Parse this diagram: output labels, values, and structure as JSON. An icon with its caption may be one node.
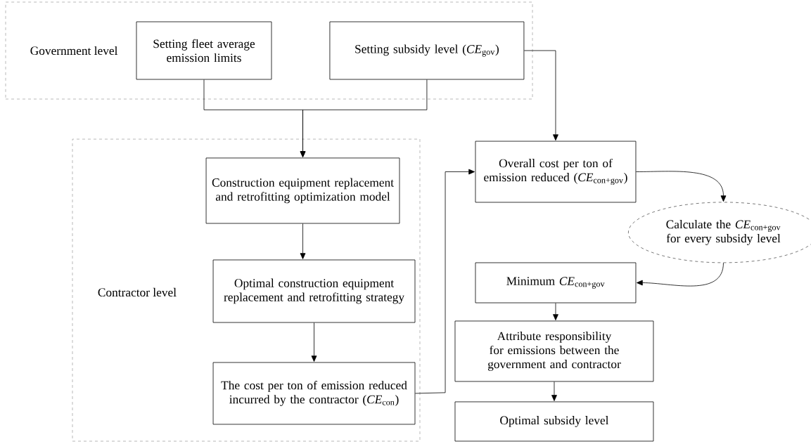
{
  "diagram": {
    "nodes": [
      {
        "text": [
          "Government level"
        ]
      },
      {
        "text": [
          "Setting fleet average emission limits"
        ],
        "in": 0
      },
      {
        "text": [
          "Setting subsidy level (*CE*$_{gov}$)"
        ],
        "in": 0
      },
      {
        "text": [
          "Contractor level"
        ]
      },
      {
        "text": [
          "Construction equipment replacement and retrofitting optimization model"
        ],
        "in": 3
      },
      {
        "text": [
          "Optimal construction equipment replacement and retrofitting strategy"
        ],
        "in": 3
      },
      {
        "text": [
          "The cost per ton of emission reduced incurred by the contractor (*CE*$_{con}$)"
        ],
        "in": 3
      },
      {
        "text": [
          "Overall cost per ton of emission reduced (*CE*$_{con+gov}$)"
        ]
      },
      {
        "text": [
          "Calculate the *CE*$_{con+gov}$ for every subsidy level"
        ]
      },
      {
        "text": [
          "Minimum *CE*$_{con+gov}$"
        ]
      },
      {
        "text": [
          "Attribute responsibility for emissions between the government and contractor"
        ]
      },
      {
        "text": [
          "Optimal subsidy level"
        ]
      }
    ],
    "edges": [
      {
        "from": 1,
        "to": 4,
        "arrow": "to"
      },
      {
        "from": 2,
        "to": 4,
        "arrow": "to"
      },
      {
        "from": 2,
        "to": 7,
        "arrow": "to"
      },
      {
        "from": 4,
        "to": 5,
        "arrow": "to"
      },
      {
        "from": 5,
        "to": 6,
        "arrow": "to"
      },
      {
        "from": 6,
        "to": 7,
        "arrow": "to"
      },
      {
        "from": 7,
        "to": 8,
        "arrow": "to"
      },
      {
        "from": 8,
        "to": 9,
        "arrow": "to"
      },
      {
        "from": 9,
        "to": 10,
        "arrow": "to"
      },
      {
        "from": 10,
        "to": 11,
        "arrow": "to"
      }
    ]
  }
}
